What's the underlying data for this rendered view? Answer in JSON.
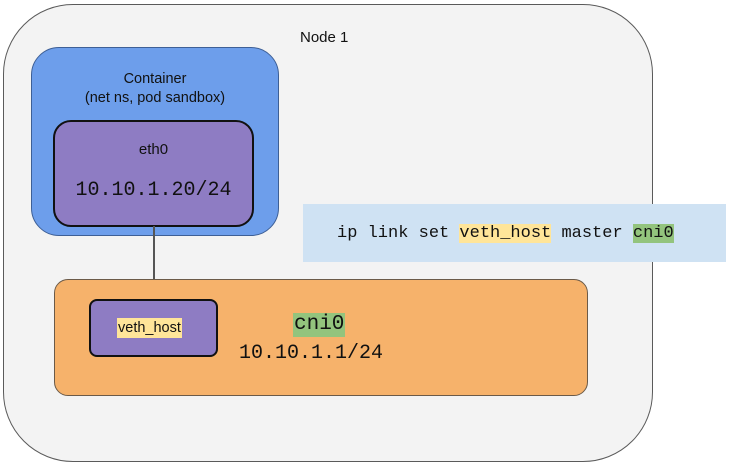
{
  "node": {
    "label": "Node 1"
  },
  "container": {
    "title_line1": "Container",
    "title_line2": "(net ns, pod sandbox)",
    "iface": {
      "name": "eth0",
      "ip": "10.10.1.20/24"
    }
  },
  "bridge": {
    "name": "cni0",
    "ip": "10.10.1.1/24",
    "veth_label": "veth_host"
  },
  "command": {
    "prefix": "ip link set ",
    "veth": "veth_host",
    "middle": " master ",
    "bridge": "cni0"
  },
  "colors": {
    "node_bg": "#f3f3f3",
    "container_bg": "#6d9eeb",
    "iface_bg": "#8e7cc3",
    "bridge_bg": "#f6b26b",
    "command_bg": "#cfe2f3",
    "highlight_yellow": "#ffe599",
    "highlight_green": "#93c47d"
  }
}
